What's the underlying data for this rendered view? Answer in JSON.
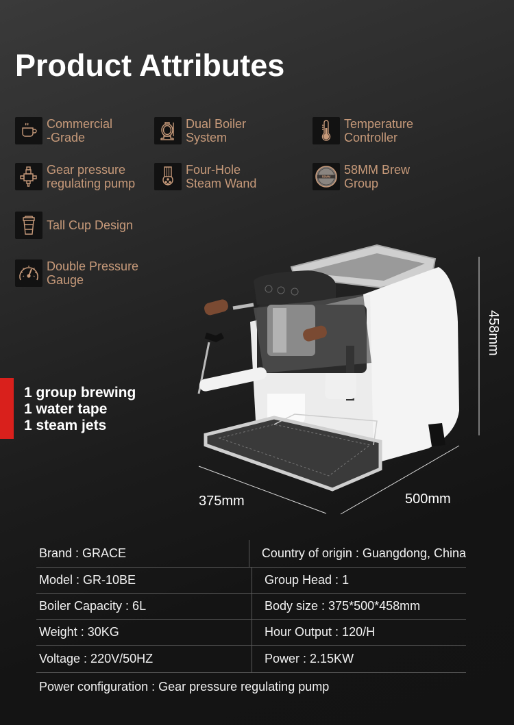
{
  "header": {
    "title": "Product Attributes"
  },
  "features": [
    {
      "icon": "coffee-cup-icon",
      "line1": "Commercial",
      "line2": "-Grade"
    },
    {
      "icon": "dual-boiler-icon",
      "line1": "Dual Boiler",
      "line2": "System"
    },
    {
      "icon": "thermometer-icon",
      "line1": "Temperature",
      "line2": "Controller"
    },
    {
      "icon": "gear-pump-icon",
      "line1": "Gear pressure",
      "line2": "regulating pump"
    },
    {
      "icon": "steam-wand-icon",
      "line1": "Four-Hole",
      "line2": "Steam Wand"
    },
    {
      "icon": "brew-group-icon",
      "line1": "58MM Brew",
      "line2": "Group",
      "badge": "58MM"
    },
    {
      "icon": "tall-cup-icon",
      "line1": "Tall Cup Design",
      "line2": ""
    },
    {
      "icon": "pressure-gauge-icon",
      "line1": "Double Pressure",
      "line2": "Gauge"
    }
  ],
  "highlights": [
    "1 group brewing",
    "1 water tape",
    "1 steam jets"
  ],
  "dimensions": {
    "height": "458mm",
    "width": "375mm",
    "depth": "500mm"
  },
  "specs": [
    {
      "left": "Brand : GRACE",
      "right": "Country of origin : Guangdong, China"
    },
    {
      "left": "Model : GR-10BE",
      "right": "Group Head : 1"
    },
    {
      "left": "Boiler Capacity : 6L",
      "right": "Body size : 375*500*458mm"
    },
    {
      "left": "Weight : 30KG",
      "right": "Hour Output : 120/H"
    },
    {
      "left": "Voltage :  220V/50HZ",
      "right": "Power  : 2.15KW"
    }
  ],
  "spec_footer": "Power configuration : Gear pressure regulating pump",
  "colors": {
    "accent_text": "#c79a7a",
    "red_bar": "#d9201c",
    "background": "#131313"
  }
}
